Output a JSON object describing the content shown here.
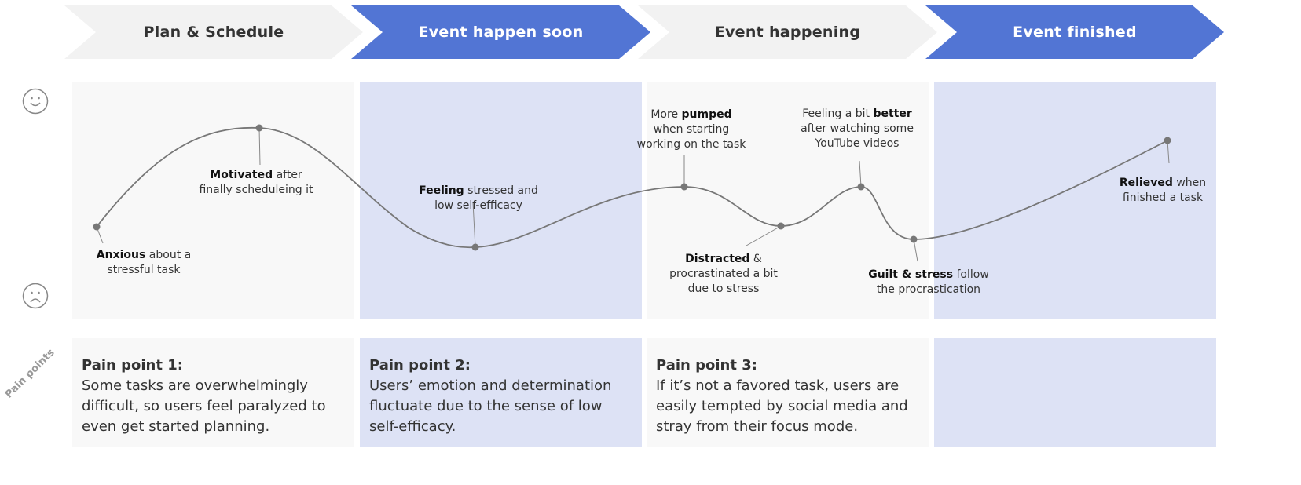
{
  "stages": [
    "Plan & Schedule",
    "Event happen soon",
    "Event happening",
    "Event finished"
  ],
  "colors": {
    "blue": "#5275d4",
    "light_blue": "#dde2f5",
    "gray": "#f2f2f2"
  },
  "icons": {
    "happy": "smiley-face-icon",
    "sad": "sad-face-icon"
  },
  "annotations": [
    {
      "bold": "Anxious",
      "rest": " about a",
      "line2": "stressful task"
    },
    {
      "bold": "Motivated",
      "rest": " after",
      "line2": "finally scheduleing it"
    },
    {
      "bold": "Feeling",
      "rest": " stressed and",
      "line2": "low self-efficacy"
    },
    {
      "pre": "More ",
      "bold": "pumped",
      "line2": "when starting",
      "line3": "working on the task"
    },
    {
      "bold": "Distracted",
      "rest": " &",
      "line2": "procrastinated a bit",
      "line3": "due to stress"
    },
    {
      "pre": "Feeling a bit ",
      "bold": "better",
      "line2": "after watching some",
      "line3": "YouTube videos"
    },
    {
      "bold": "Guilt & stress",
      "rest": " follow",
      "line2": "the procrastication"
    },
    {
      "bold": "Relieved",
      "rest": " when",
      "line2": "finished a task"
    }
  ],
  "pain_label": "Pain points",
  "pain_points": [
    {
      "title": "Pain point 1:",
      "text": "Some tasks are overwhelmingly difficult, so users feel paralyzed to even get started planning."
    },
    {
      "title": "Pain point 2:",
      "text": "Users’ emotion and determination fluctuate due to the sense of low self-efficacy."
    },
    {
      "title": "Pain point 3:",
      "text": "If it’s not a favored task, users are easily tempted by social media and stray from their focus mode."
    }
  ]
}
